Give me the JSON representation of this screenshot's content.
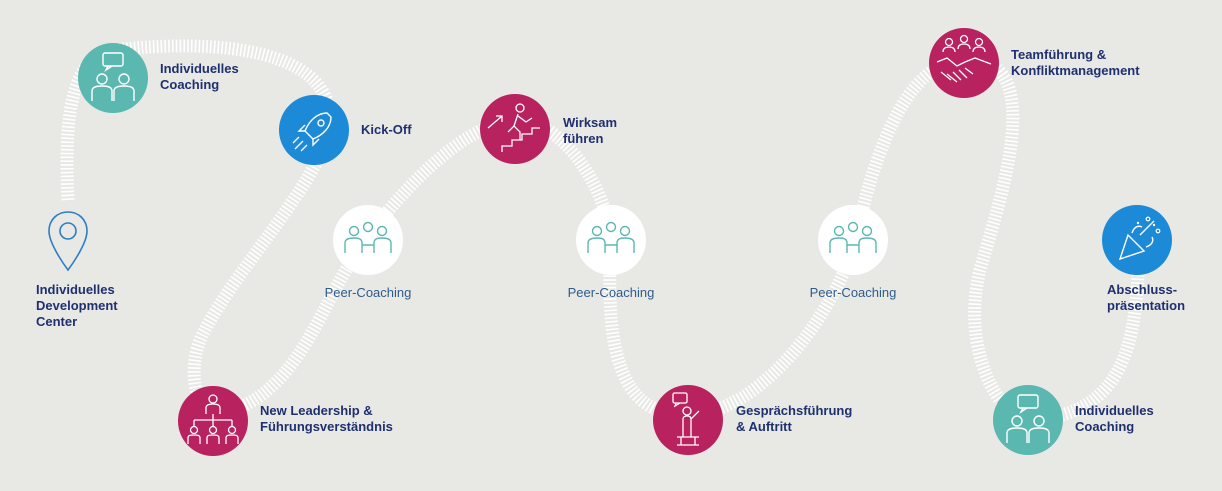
{
  "colors": {
    "teal": "#5ab8b0",
    "blue": "#1c8ad6",
    "magenta": "#b7225f",
    "navy": "#1e3070",
    "pin": "#2b7ec7",
    "road": "#ffffff"
  },
  "nodes": {
    "start": {
      "icon": "location-pin-icon",
      "line1": "Individuelles",
      "line2": "Development",
      "line3": "Center"
    },
    "coaching1": {
      "icon": "coaching-icon",
      "line1": "Individuelles",
      "line2": "Coaching"
    },
    "kickoff": {
      "icon": "rocket-icon",
      "line1": "Kick-Off"
    },
    "leadership": {
      "icon": "org-chart-icon",
      "line1": "New Leadership &",
      "line2": "Führungsverständnis"
    },
    "peer1": {
      "icon": "peer-group-icon",
      "label": "Peer-Coaching"
    },
    "wirksam": {
      "icon": "climbing-stairs-icon",
      "line1": "Wirksam",
      "line2": "führen"
    },
    "peer2": {
      "icon": "peer-group-icon",
      "label": "Peer-Coaching"
    },
    "gespraech": {
      "icon": "speaker-podium-icon",
      "line1": "Gesprächsführung",
      "line2": "& Auftritt"
    },
    "peer3": {
      "icon": "peer-group-icon",
      "label": "Peer-Coaching"
    },
    "team": {
      "icon": "handshake-icon",
      "line1": "Teamführung &",
      "line2": "Konfliktmanagement"
    },
    "coaching2": {
      "icon": "coaching-icon",
      "line1": "Individuelles",
      "line2": "Coaching"
    },
    "abschluss": {
      "icon": "party-popper-icon",
      "line1": "Abschluss-",
      "line2": "präsentation"
    }
  }
}
